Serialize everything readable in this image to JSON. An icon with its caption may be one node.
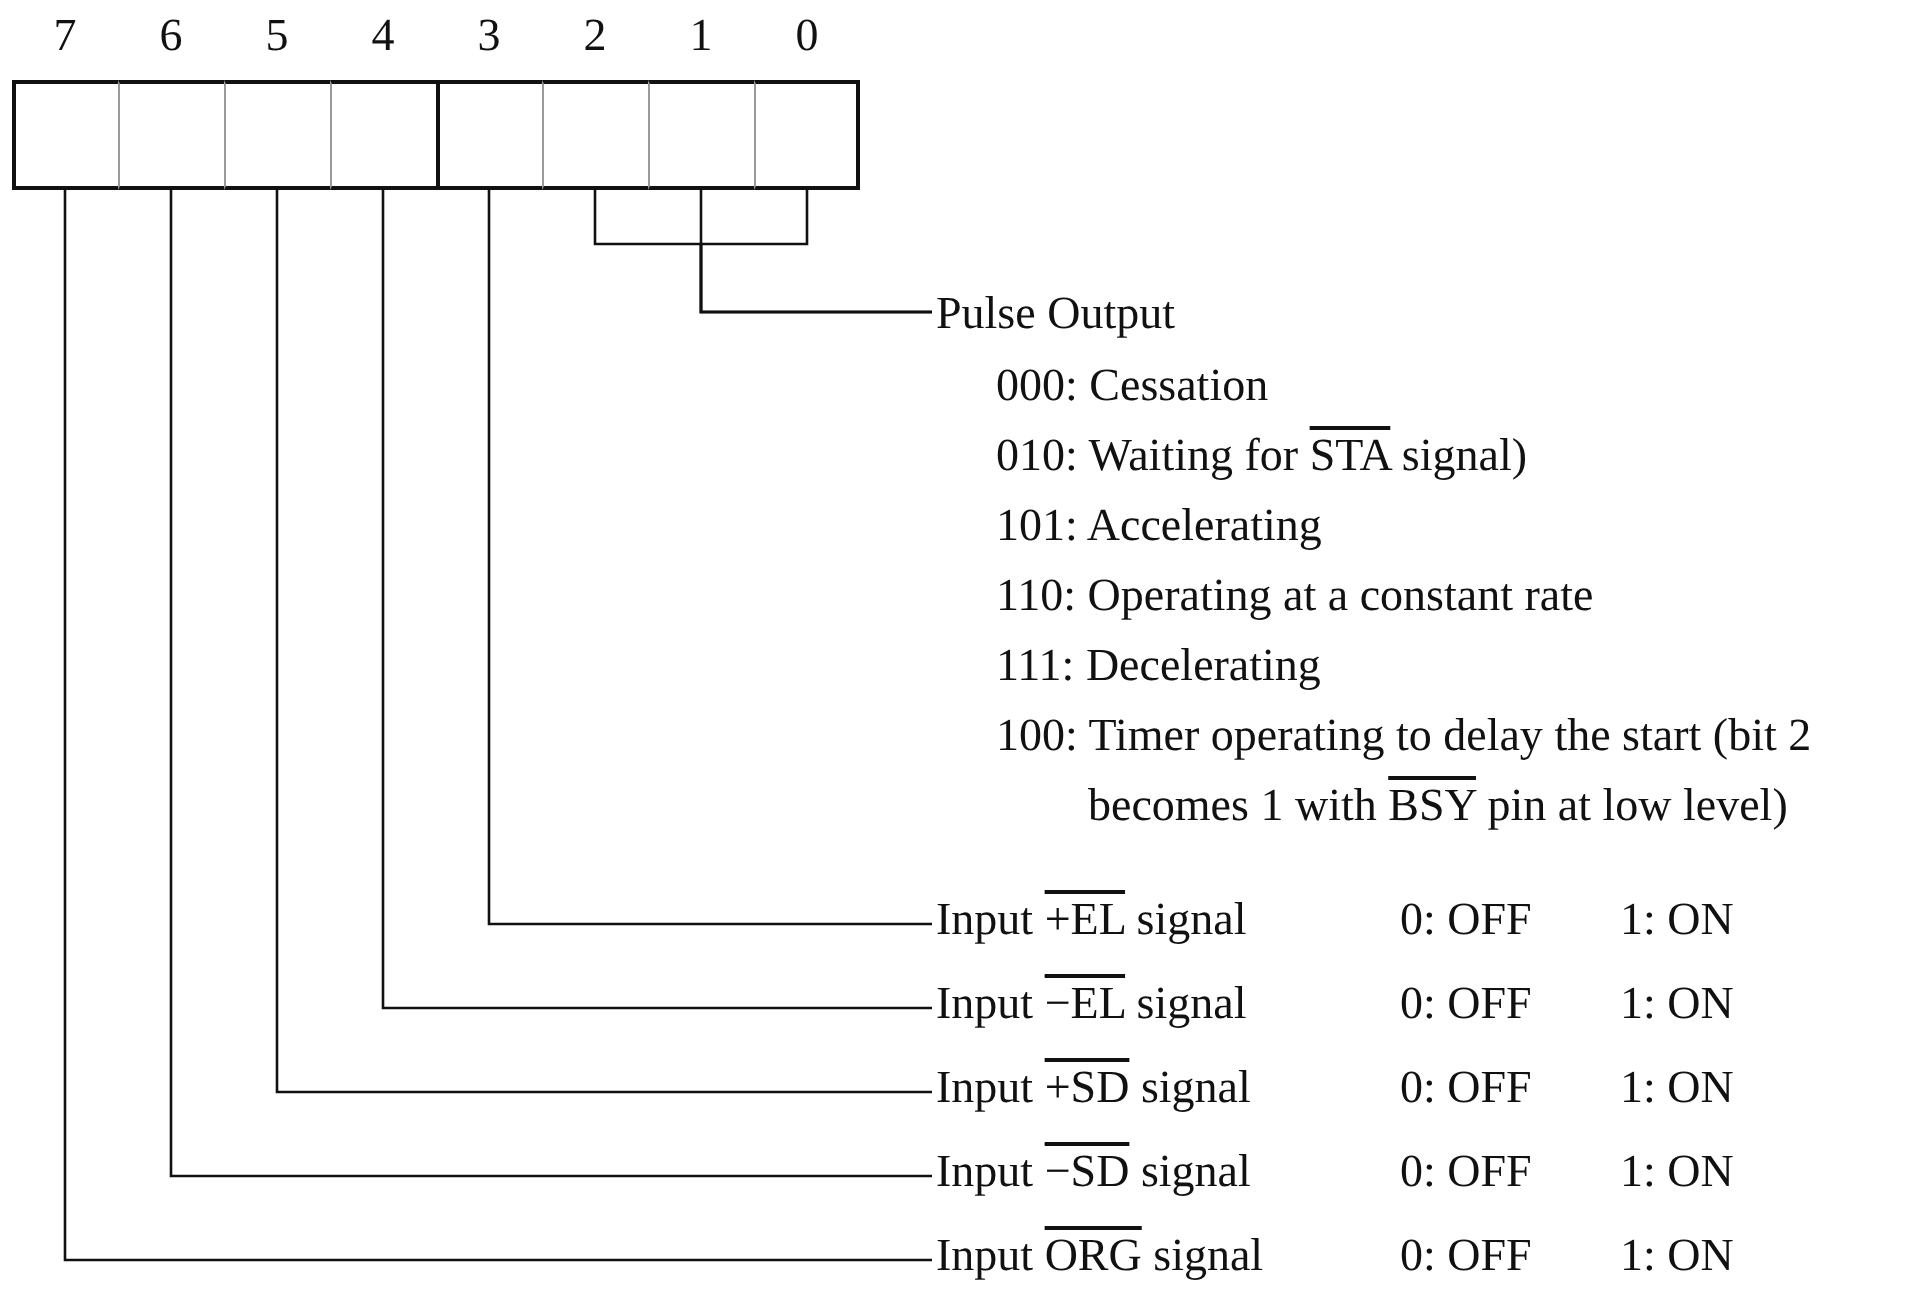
{
  "diagram": {
    "nodes": [
      {
        "text": [
          "7"
        ]
      },
      {
        "text": [
          "6"
        ]
      },
      {
        "text": [
          "5"
        ]
      },
      {
        "text": [
          "4"
        ]
      },
      {
        "text": [
          "3"
        ]
      },
      {
        "text": [
          "2"
        ]
      },
      {
        "text": [
          "1"
        ]
      },
      {
        "text": [
          "0"
        ]
      },
      {
        "text": [
          "Pulse Output",
          "000: Cessation",
          "010: Waiting for STA signal)",
          "101: Accelerating",
          "110: Operating at a constant rate",
          "111: Decelerating",
          "100: Timer operating to delay the start (bit 2 becomes 1 with BSY pin at low level)"
        ]
      },
      {
        "text": [
          "Input +EL signal"
        ],
        "beside": [
          "0: OFF",
          "1: ON"
        ]
      },
      {
        "text": [
          "Input −EL signal"
        ],
        "beside": [
          "0: OFF",
          "1: ON"
        ]
      },
      {
        "text": [
          "Input +SD signal"
        ],
        "beside": [
          "0: OFF",
          "1: ON"
        ]
      },
      {
        "text": [
          "Input −SD signal"
        ],
        "beside": [
          "0: OFF",
          "1: ON"
        ]
      },
      {
        "text": [
          "Input ORG signal"
        ],
        "beside": [
          "0: OFF",
          "1: ON"
        ]
      }
    ],
    "edges": [
      {
        "from": 5,
        "to": 8,
        "arrow": "none"
      },
      {
        "from": 6,
        "to": 8,
        "arrow": "none"
      },
      {
        "from": 7,
        "to": 8,
        "arrow": "none"
      },
      {
        "from": 4,
        "to": 9,
        "arrow": "none"
      },
      {
        "from": 3,
        "to": 10,
        "arrow": "none"
      },
      {
        "from": 2,
        "to": 11,
        "arrow": "none"
      },
      {
        "from": 1,
        "to": 12,
        "arrow": "none"
      },
      {
        "from": 0,
        "to": 13,
        "arrow": "none"
      }
    ]
  }
}
